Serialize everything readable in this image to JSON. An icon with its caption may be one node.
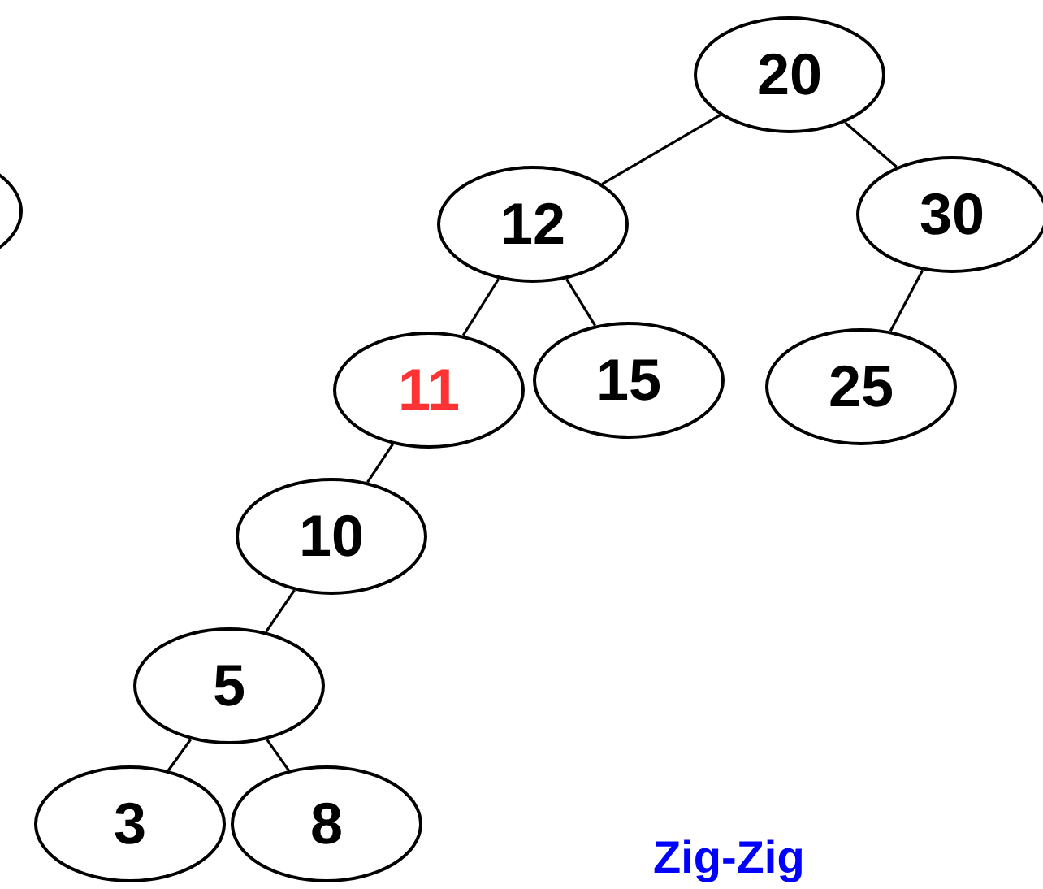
{
  "diagram": {
    "nodes": [
      {
        "text": [
          "20"
        ]
      },
      {
        "text": [
          "12"
        ]
      },
      {
        "text": [
          "30"
        ]
      },
      {
        "text": [
          "11"
        ]
      },
      {
        "text": [
          "15"
        ]
      },
      {
        "text": [
          "25"
        ]
      },
      {
        "text": [
          "10"
        ]
      },
      {
        "text": [
          "5"
        ]
      },
      {
        "text": [
          "3"
        ]
      },
      {
        "text": [
          "8"
        ]
      },
      {
        "text": [],
        "shape": "circle"
      }
    ],
    "edges": [
      {
        "from": 0,
        "to": 1,
        "arrow": "none"
      },
      {
        "from": 0,
        "to": 2,
        "arrow": "none"
      },
      {
        "from": 1,
        "to": 3,
        "arrow": "none"
      },
      {
        "from": 1,
        "to": 4,
        "arrow": "none"
      },
      {
        "from": 2,
        "to": 5,
        "arrow": "none"
      },
      {
        "from": 3,
        "to": 6,
        "arrow": "none"
      },
      {
        "from": 6,
        "to": 7,
        "arrow": "none"
      },
      {
        "from": 7,
        "to": 8,
        "arrow": "none"
      },
      {
        "from": 7,
        "to": 9,
        "arrow": "none"
      }
    ],
    "labels": [
      "Zig-Zig"
    ]
  }
}
